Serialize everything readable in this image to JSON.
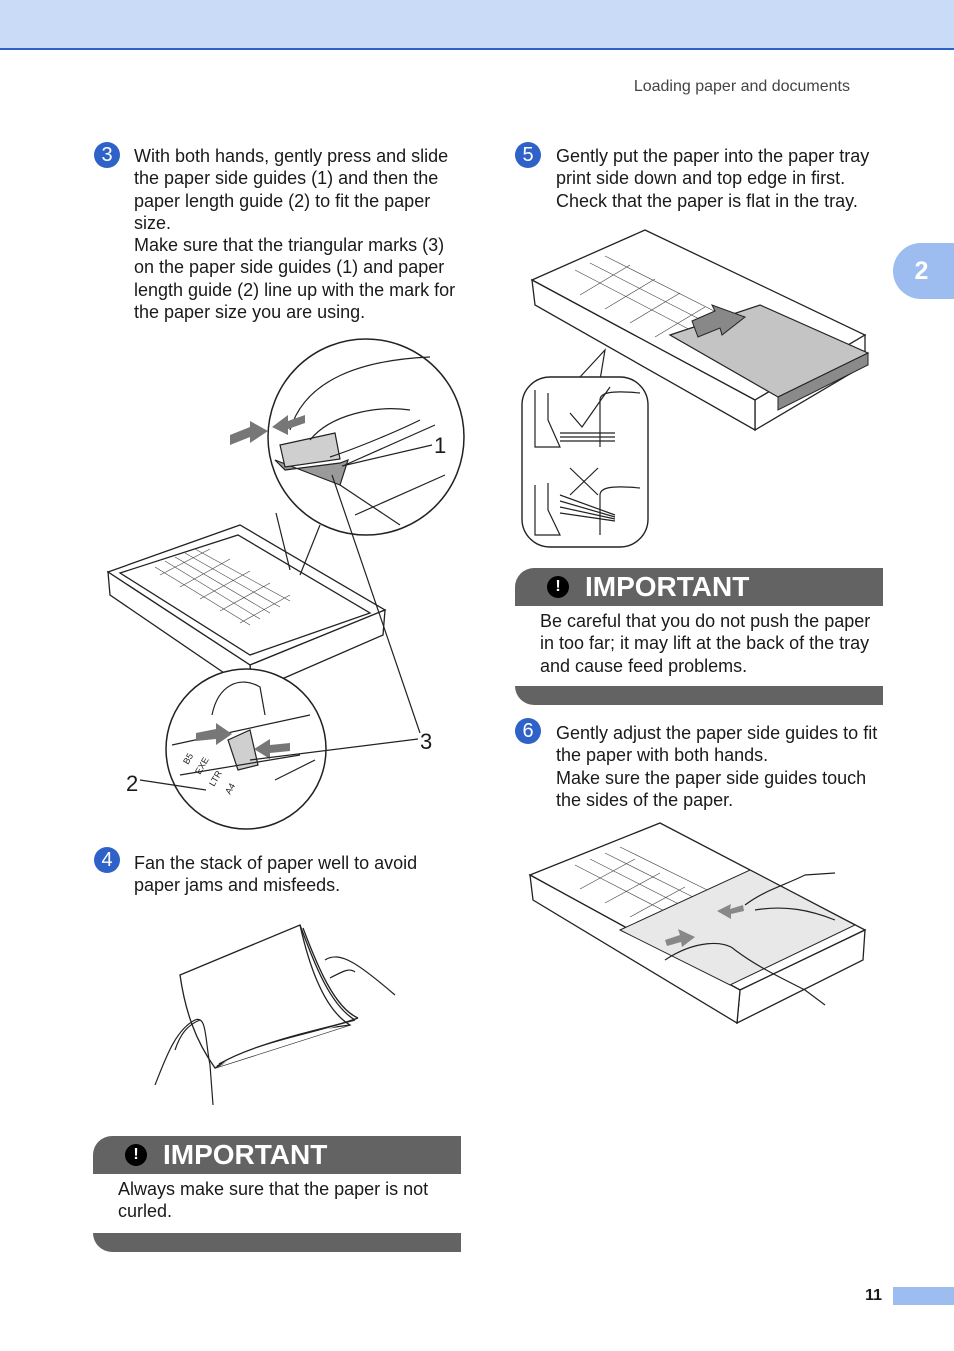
{
  "header": {
    "section_title": "Loading paper and documents"
  },
  "chapter_tab": "2",
  "steps": [
    {
      "number": "3",
      "paragraphs": [
        "With both hands, gently press and slide the paper side guides (1) and then the paper length guide (2) to fit the paper size.",
        "Make sure that the triangular marks (3) on the paper side guides (1) and paper length guide (2) line up with the mark for the paper size you are using."
      ]
    },
    {
      "number": "4",
      "paragraphs": [
        "Fan the stack of paper well to avoid paper jams and misfeeds."
      ]
    },
    {
      "number": "5",
      "paragraphs": [
        "Gently put the paper into the paper tray print side down and top edge in first. Check that the paper is flat in the tray."
      ]
    },
    {
      "number": "6",
      "paragraphs": [
        "Gently adjust the paper side guides to fit the paper with both hands.",
        "Make sure the paper side guides touch the sides of the paper."
      ]
    }
  ],
  "callouts": {
    "c1": "1",
    "c2": "2",
    "c3": "3"
  },
  "tray_labels": {
    "letter": "LTR",
    "a4": "A4",
    "exe": "EXE",
    "b5": "B5"
  },
  "important_boxes": [
    {
      "icon": "exclamation-icon",
      "title": "IMPORTANT",
      "text": "Always make sure that the paper is not curled."
    },
    {
      "icon": "exclamation-icon",
      "title": "IMPORTANT",
      "text": "Be careful that you do not push the paper in too far; it may lift at the back of the tray and cause feed problems."
    }
  ],
  "footer": {
    "page_number": "11"
  },
  "colors": {
    "accent": "#2f62c9",
    "tab": "#9dbcf0",
    "topbar": "#c9dbf7",
    "important": "#636363"
  }
}
